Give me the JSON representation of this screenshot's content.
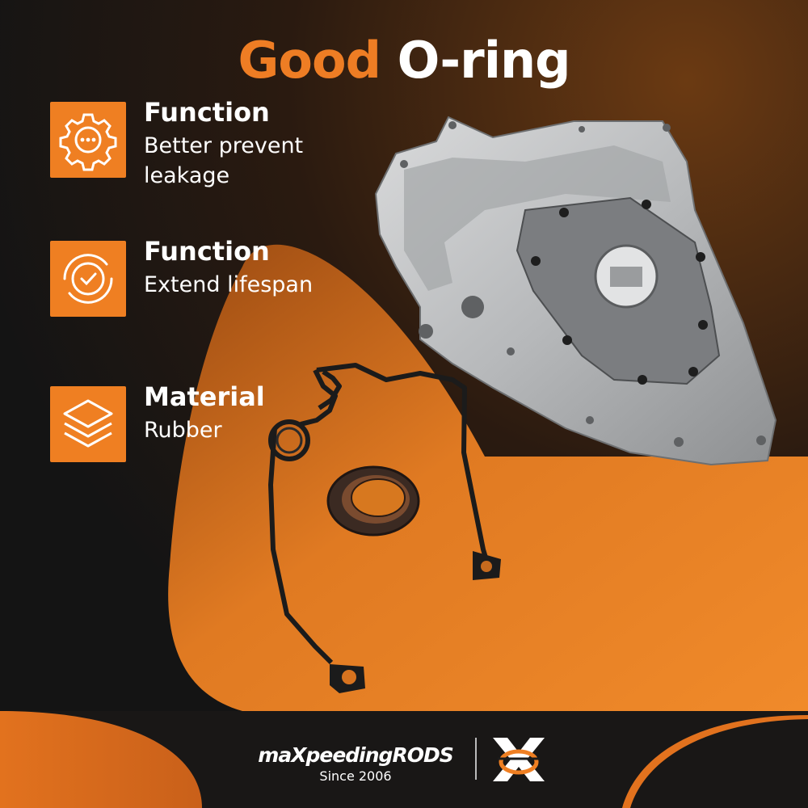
{
  "title": {
    "word1": "Good",
    "word2": "O-ring"
  },
  "features": [
    {
      "title": "Function",
      "desc": "Better prevent leakage",
      "icon": "gear-icon"
    },
    {
      "title": "Function",
      "desc": "Extend lifespan",
      "icon": "check-badge-icon"
    },
    {
      "title": "Material",
      "desc": "Rubber",
      "icon": "layers-icon"
    }
  ],
  "brand": {
    "name": "maXpeedingRODS",
    "since": "Since 2006",
    "logo": "xr-logo-icon"
  },
  "colors": {
    "accent": "#ef7f22",
    "background": "#1a1a1a",
    "text": "#ffffff"
  }
}
